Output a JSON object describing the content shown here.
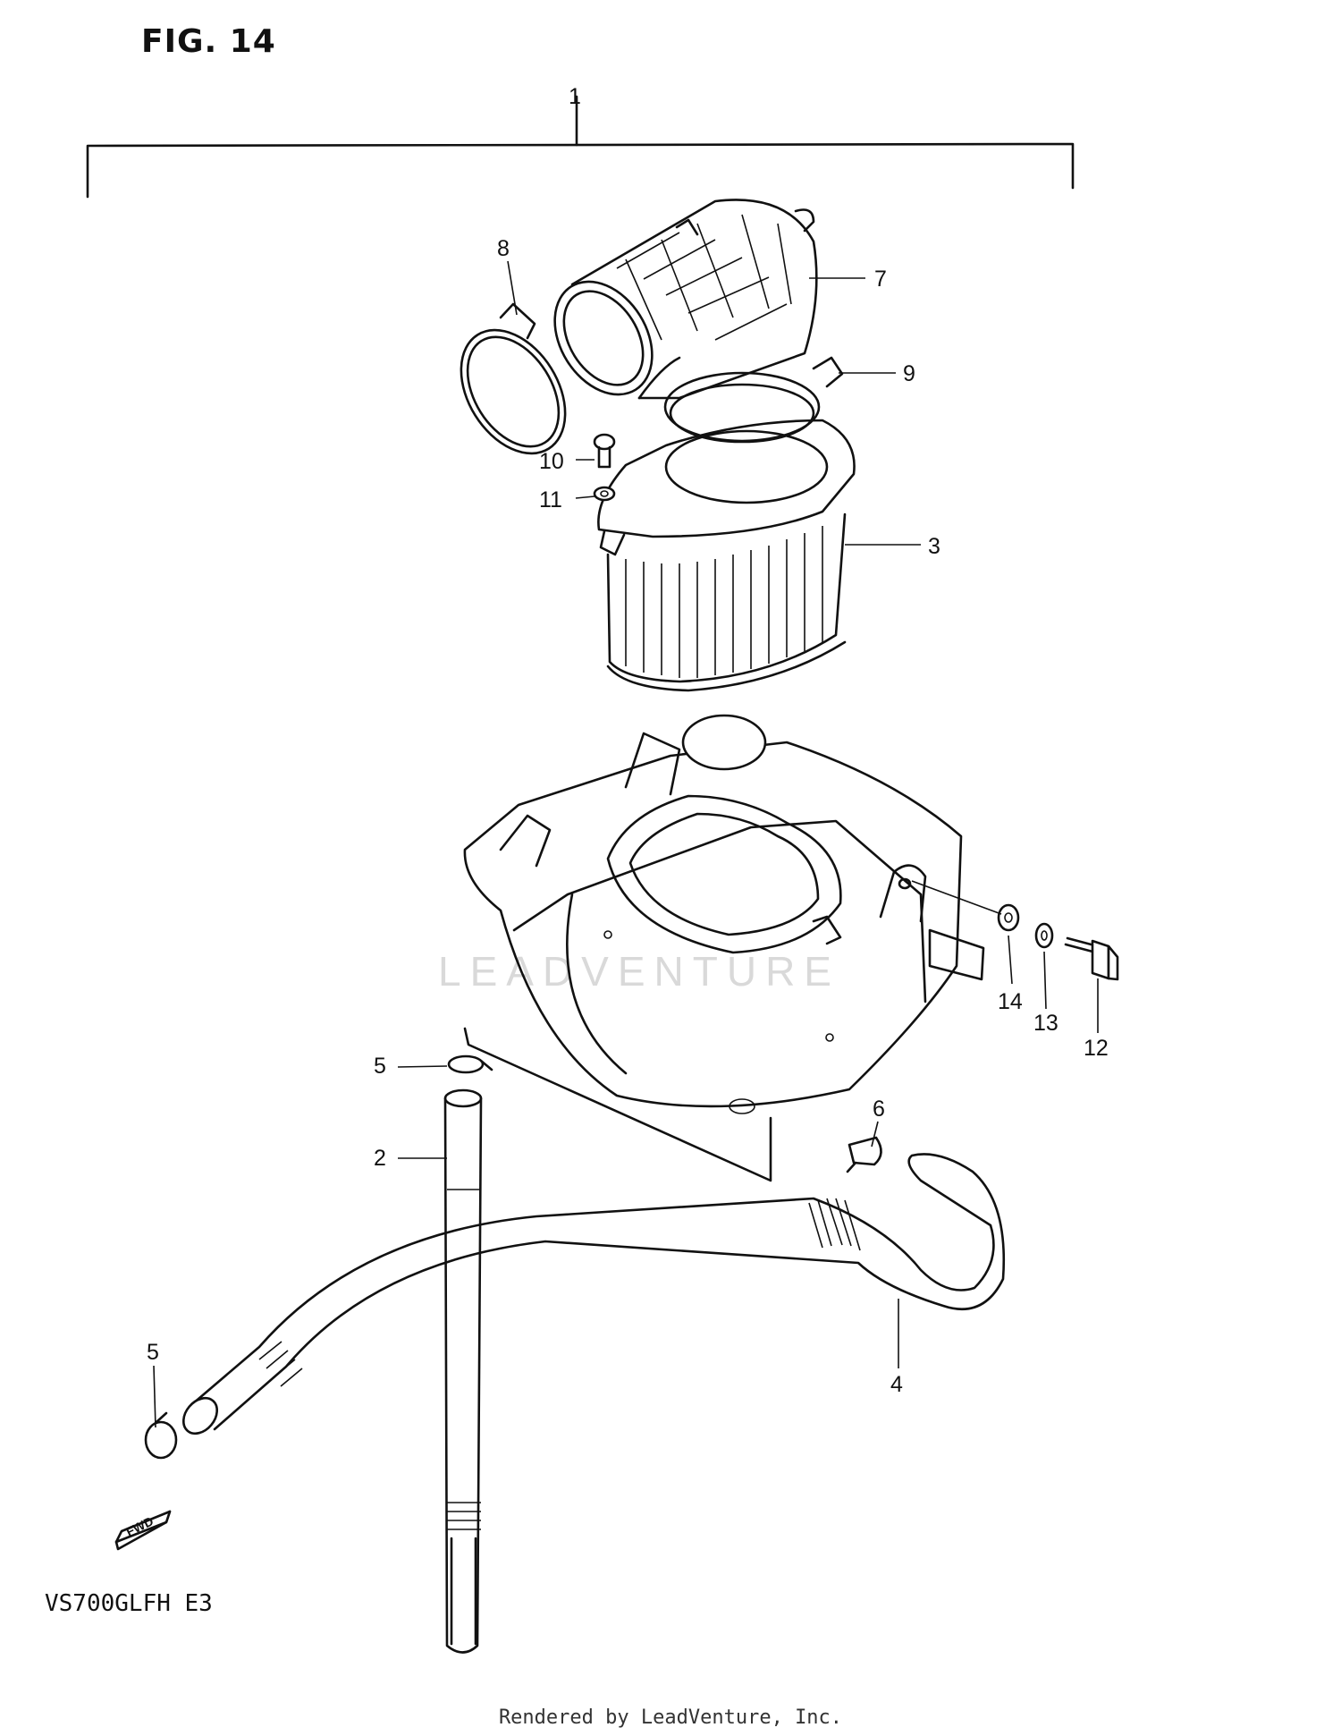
{
  "figure_title": "FIG. 14",
  "model_code": "VS700GLFH  E3",
  "footer_text": "Rendered by LeadVenture, Inc.",
  "watermark": "LEADVENTURE",
  "fwd_label": "FWD",
  "callouts": {
    "c1": "1",
    "c2": "2",
    "c3": "3",
    "c4": "4",
    "c5a": "5",
    "c5b": "5",
    "c6": "6",
    "c7": "7",
    "c8": "8",
    "c9": "9",
    "c10": "10",
    "c11": "11",
    "c12": "12",
    "c13": "13",
    "c14": "14"
  },
  "colors": {
    "ink": "#111111",
    "paper": "#ffffff",
    "watermark": "#d9d9d9"
  }
}
